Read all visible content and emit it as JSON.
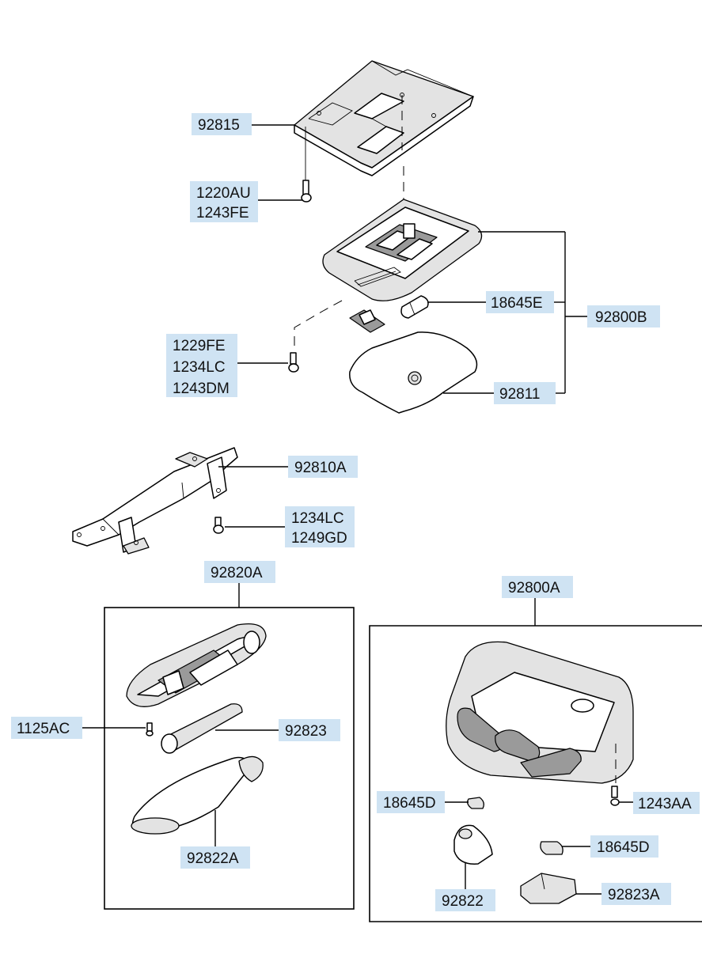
{
  "labels": {
    "p92815": "92815",
    "p1220AU": "1220AU",
    "p1243FE": "1243FE",
    "p18645E": "18645E",
    "p92800B": "92800B",
    "p1229FE": "1229FE",
    "p1234LC_a": "1234LC",
    "p1243DM": "1243DM",
    "p92811": "92811",
    "p92810A": "92810A",
    "p1234LC_b": "1234LC",
    "p1249GD": "1249GD",
    "p92820A": "92820A",
    "p92800A": "92800A",
    "p1125AC": "1125AC",
    "p92823": "92823",
    "p92822A": "92822A",
    "p18645D_a": "18645D",
    "p1243AA": "1243AA",
    "p18645D_b": "18645D",
    "p92822": "92822",
    "p92823A": "92823A"
  },
  "colors": {
    "label_highlight": "#cfe3f3",
    "line": "#000000",
    "part_fill": "#e3e3e3"
  }
}
